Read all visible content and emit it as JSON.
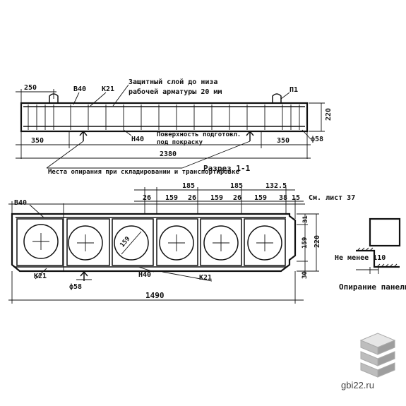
{
  "elevation": {
    "dim_left_top": "250",
    "mark_b40": "В40",
    "mark_k21": "К21",
    "note_protective_1": "Защитный слой до низа",
    "note_protective_2": "рабочей арматуры 20 мм",
    "mark_p1": "П1",
    "dim_height": "220",
    "dim_left_bottom": "350",
    "mark_n40": "Н40",
    "note_surface_1": "Поверхность подготовл.",
    "note_surface_2": "под покраску",
    "dim_length": "2380",
    "dim_right_bottom": "350",
    "dim_hole": "ф58",
    "note_supports_1": "Места опирания при складировании и транспортировке",
    "section_label": "Разрез 1-1"
  },
  "section": {
    "dim_top": [
      "185",
      "185",
      "132.5"
    ],
    "dim_mid": [
      "26",
      "159",
      "26",
      "159",
      "26",
      "159",
      "38",
      "15"
    ],
    "mark_b40": "В40",
    "ref_sheet": "См. лист 37",
    "dim_right_top": "31",
    "dim_right_mid": "159",
    "dim_right_total": "220",
    "dim_right_bottom": "30",
    "hole_label": "159",
    "mark_k21_left": "К21",
    "mark_hole": "ф58",
    "mark_n40": "Н40",
    "mark_k21_right": "К21",
    "dim_width": "1490"
  },
  "support": {
    "note_min": "Не менее 110",
    "caption": "Опирание панели."
  },
  "watermark": {
    "logo_icon": "stacked-slabs-icon",
    "site": "gbi22.ru"
  }
}
